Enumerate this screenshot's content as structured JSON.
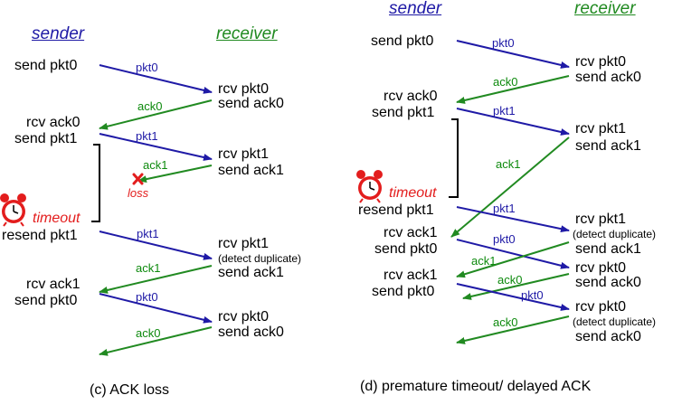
{
  "colors": {
    "blue": "#1f1aa6",
    "green": "#218a21",
    "red": "#e31d1d",
    "ackLabel": "#0d8a0d"
  },
  "left": {
    "sender_header": "sender",
    "receiver_header": "receiver",
    "caption": "(c) ACK loss",
    "timeout": "timeout",
    "loss": "loss",
    "sender_texts": [
      "send pkt0",
      "rcv ack0",
      "send pkt1",
      "resend pkt1",
      "rcv ack1",
      "send pkt0"
    ],
    "receiver_texts": [
      "rcv pkt0",
      "send ack0",
      "rcv pkt1",
      "send ack1",
      "rcv pkt1",
      "(detect duplicate)",
      "send ack1",
      "rcv pkt0",
      "send ack0"
    ],
    "arrow_labels": [
      "pkt0",
      "ack0",
      "pkt1",
      "ack1",
      "pkt1",
      "ack1",
      "pkt0",
      "ack0"
    ]
  },
  "right": {
    "sender_header": "sender",
    "receiver_header": "receiver",
    "caption": "(d) premature timeout/ delayed ACK",
    "timeout": "timeout",
    "sender_texts": [
      "send pkt0",
      "rcv ack0",
      "send pkt1",
      "resend pkt1",
      "rcv ack1",
      "send pkt0",
      "rcv ack1",
      "send pkt0"
    ],
    "receiver_texts": [
      "rcv pkt0",
      "send ack0",
      "rcv pkt1",
      "send ack1",
      "rcv pkt1",
      "(detect duplicate)",
      "send ack1",
      "rcv pkt0",
      "send ack0",
      "rcv pkt0",
      "(detect duplicate)",
      "send ack0"
    ],
    "arrow_labels": [
      "pkt0",
      "ack0",
      "pkt1",
      "ack1",
      "pkt1",
      "pkt0",
      "ack1",
      "ack0",
      "pkt0",
      "ack0"
    ]
  },
  "icons": [
    "alarm-clock-icon",
    "lost-x-icon"
  ]
}
